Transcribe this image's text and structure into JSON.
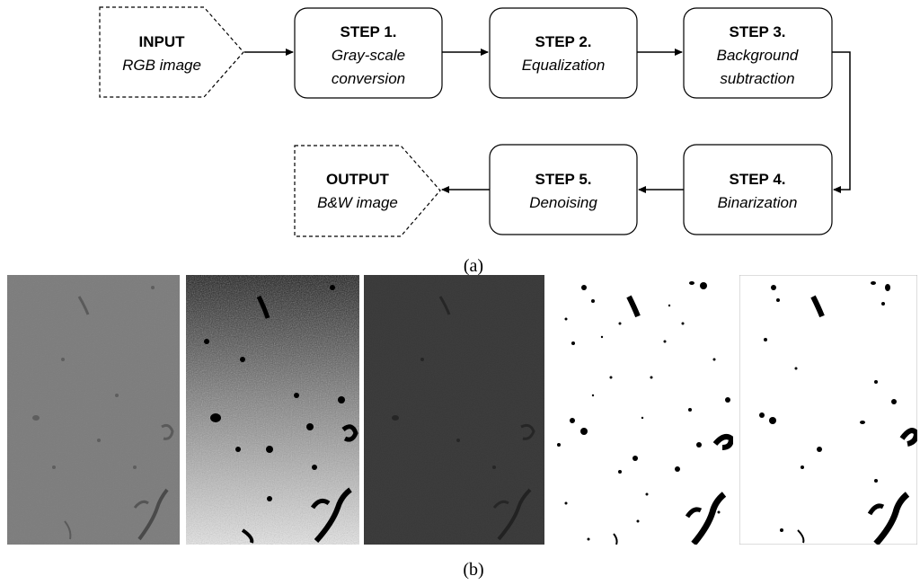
{
  "flow": {
    "input": {
      "title": "INPUT",
      "lines": [
        "RGB image"
      ]
    },
    "step1": {
      "title": "STEP 1.",
      "lines": [
        "Gray-scale",
        "conversion"
      ]
    },
    "step2": {
      "title": "STEP 2.",
      "lines": [
        "Equalization"
      ]
    },
    "step3": {
      "title": "STEP 3.",
      "lines": [
        "Background",
        "subtraction"
      ]
    },
    "step4": {
      "title": "STEP 4.",
      "lines": [
        "Binarization"
      ]
    },
    "step5": {
      "title": "STEP 5.",
      "lines": [
        "Denoising"
      ]
    },
    "output": {
      "title": "OUTPUT",
      "lines": [
        "B&W image"
      ]
    }
  },
  "captions": {
    "a": "(a)",
    "b": "(b)"
  },
  "panels": [
    {
      "name": "gray-scale-image",
      "background": "#7c7c7c",
      "blob": "#5a5a5a"
    },
    {
      "name": "equalized-image",
      "background": "#8a8a8a",
      "blob": "#000000"
    },
    {
      "name": "background-subtracted-image",
      "background": "#3a3a3a",
      "blob": "#2a2a2a"
    },
    {
      "name": "binarized-image",
      "background": "#ffffff",
      "blob": "#000000"
    },
    {
      "name": "denoised-image",
      "background": "#ffffff",
      "blob": "#000000"
    }
  ],
  "colors": {
    "stroke": "#000000",
    "node_fill": "#ffffff"
  }
}
